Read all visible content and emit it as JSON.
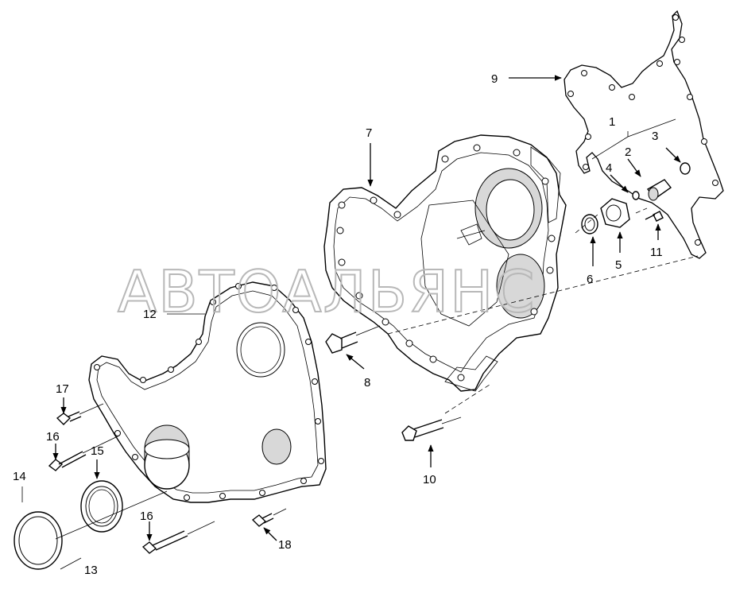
{
  "watermark": "АВТОАЛЬЯНС",
  "callouts": [
    "1",
    "2",
    "3",
    "4",
    "5",
    "6",
    "7",
    "8",
    "9",
    "10",
    "11",
    "12",
    "13",
    "14",
    "15",
    "16",
    "16",
    "17",
    "18"
  ]
}
